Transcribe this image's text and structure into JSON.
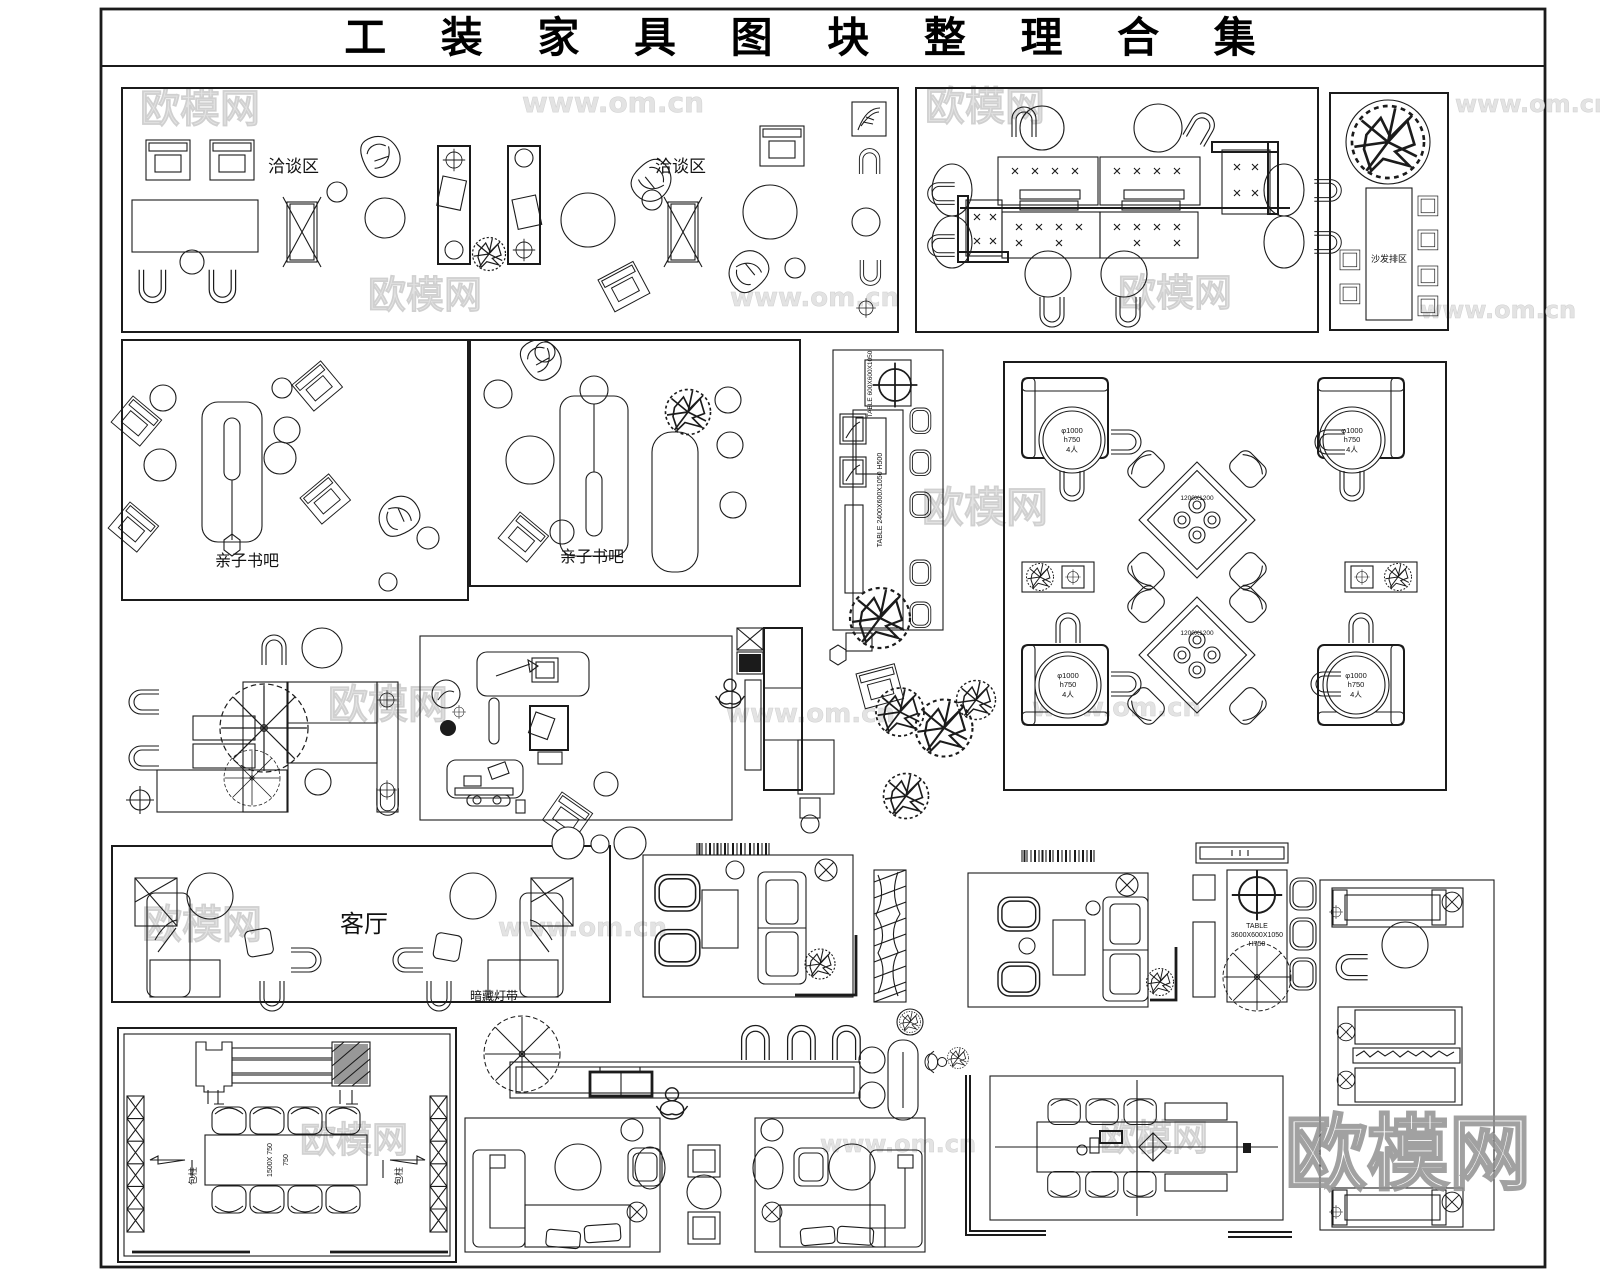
{
  "sheet": {
    "title": "工 装 家 具 图 块 整 理 合 集"
  },
  "watermarks": {
    "brand": "欧模网",
    "site": "www.om.cn"
  },
  "labels": {
    "negotiation_left": "洽谈区",
    "negotiation_right": "洽谈区",
    "book_bar_left": "亲子书吧",
    "book_bar_right": "亲子书吧",
    "sofa_row": "沙发排区",
    "living_room": "客厅",
    "hidden_light_strip": "暗藏灯带",
    "column_wrap_left": "包柱",
    "column_wrap_right": "包柱"
  },
  "specs": {
    "bar_small": "TABLE 600X600X1050",
    "bar_long": "TABLE 2400X600X1050 H500",
    "bar2_l1": "TABLE",
    "bar2_l2": "3600X600X1050",
    "bar2_l3": "H750",
    "round_l1": "φ1000",
    "round_l2": "h750",
    "round_l3": "4人",
    "diamond": "1200X1200",
    "conf_l1": "1500X 750",
    "conf_l2": "750"
  }
}
